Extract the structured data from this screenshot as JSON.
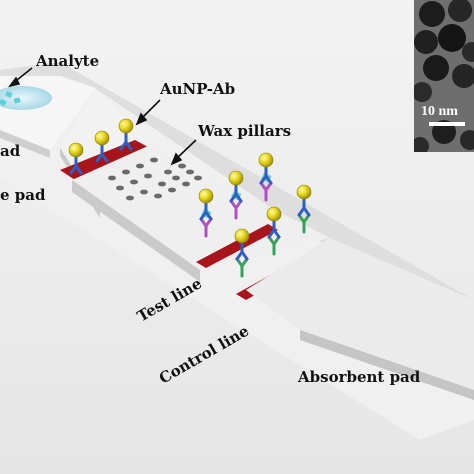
{
  "labels": {
    "analyte": "Analyte",
    "aunp_ab": "AuNP-Ab",
    "wax_pillars": "Wax pillars",
    "sample_pad": "ad",
    "conjugate_pad": "e pad",
    "test_line": "Test line",
    "control_line": "Control line",
    "absorbent_pad": "Absorbent pad"
  },
  "inset": {
    "scale_bar_label": "10 nm"
  },
  "colors": {
    "gold_particle": "#e7d41a",
    "antibody": "#2f5fc0",
    "antigen": "#5ccfd8",
    "capture_antibody": "#b050c0",
    "control_antibody": "#3aa05a",
    "line_band": "#a8141c",
    "strip_top": "#f4f4f4",
    "strip_side": "#cfcfcf"
  }
}
